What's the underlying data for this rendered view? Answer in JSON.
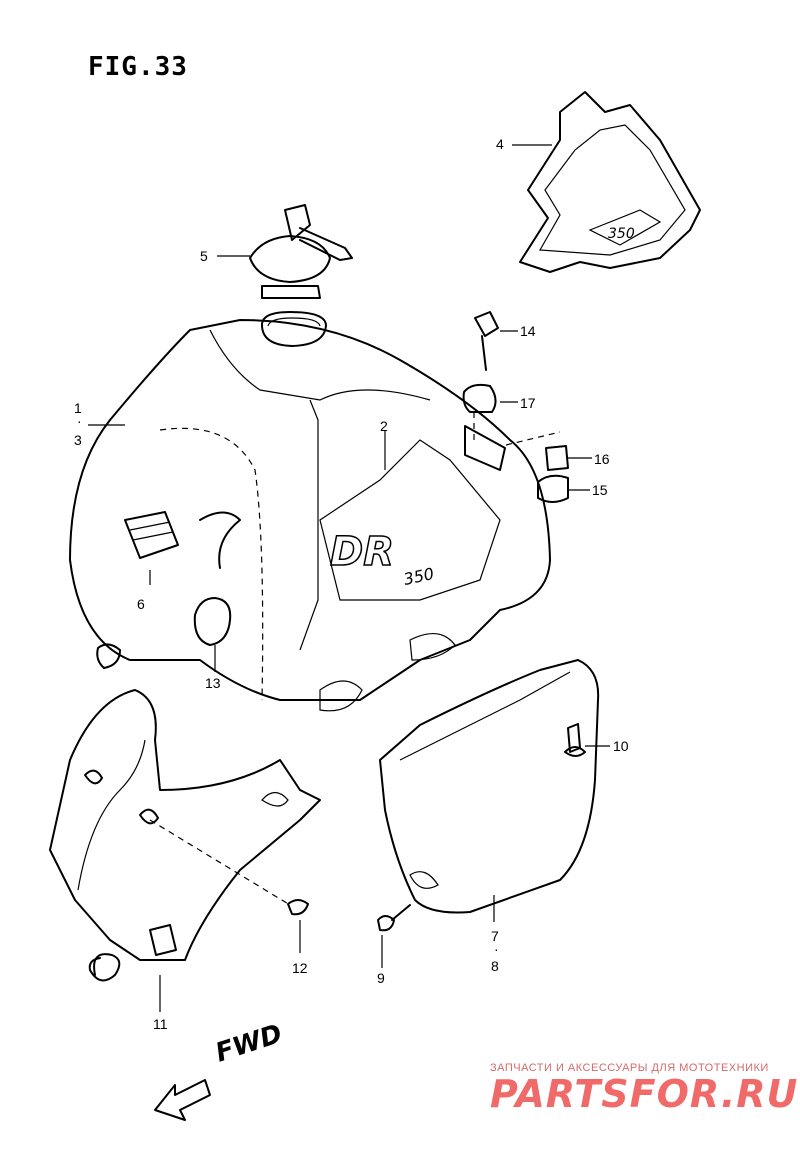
{
  "figure": {
    "title": "FIG.33"
  },
  "decal_texts": {
    "tank_model": "DR",
    "tank_cc": "350"
  },
  "callouts": {
    "c1": "1",
    "c3": "3",
    "c2": "2",
    "c4": "4",
    "c5": "5",
    "c6": "6",
    "c7": "7",
    "c8": "8",
    "c9": "9",
    "c10": "10",
    "c11": "11",
    "c12": "12",
    "c13": "13",
    "c14": "14",
    "c15": "15",
    "c16": "16",
    "c17": "17"
  },
  "direction": {
    "fwd_label": "FWD"
  },
  "watermark": {
    "tagline": "ЗАПЧАСТИ И АКСЕССУАРЫ ДЛЯ МОТОТЕХНИКИ",
    "logo": "PARTSFOR.RU"
  },
  "colors": {
    "line": "#000000",
    "watermark": "#f06a6a",
    "background": "#ffffff"
  }
}
